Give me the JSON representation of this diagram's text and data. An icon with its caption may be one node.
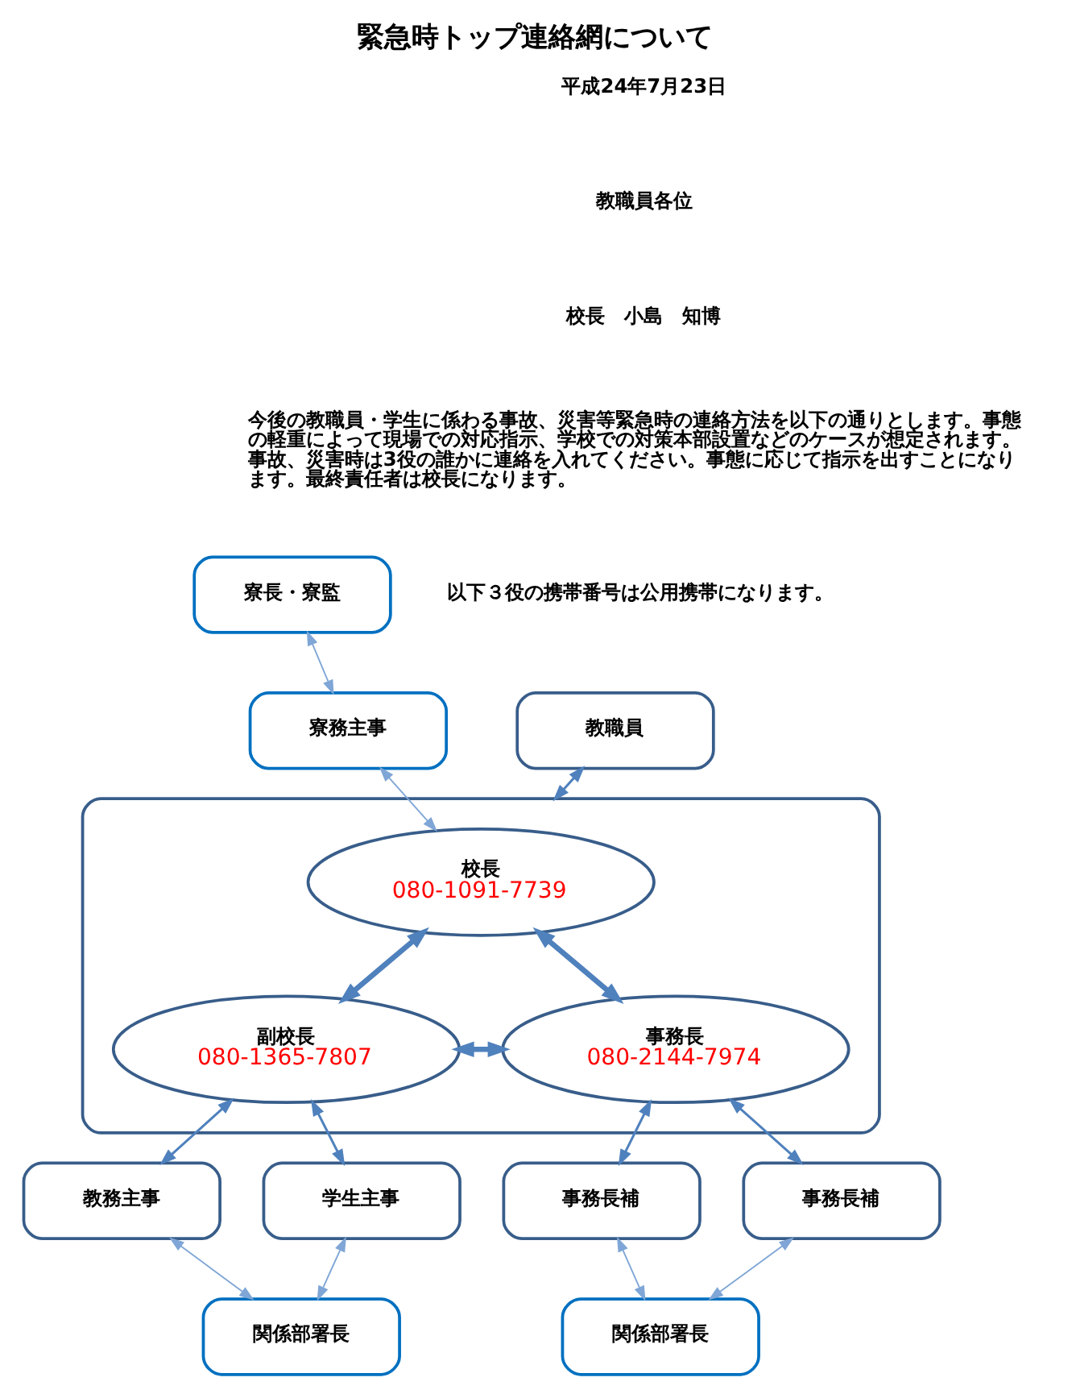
{
  "diagram": {
    "title": "緊急時トップ連絡網について",
    "nodes": [
      {
        "text": [
          "教職員"
        ]
      },
      {
        "text": [
          "寮長・寮監"
        ]
      },
      {
        "text": [
          "寮務主事"
        ]
      },
      {
        "text": [],
        "shape": "box"
      },
      {
        "text": [
          "校長",
          "080-1091-7739"
        ],
        "in": 3
      },
      {
        "text": [
          "副校長",
          "080-1365-7807"
        ],
        "in": 3
      },
      {
        "text": [
          "事務長",
          "080-2144-7974"
        ],
        "in": 3
      },
      {
        "text": [
          "教務主事"
        ]
      },
      {
        "text": [
          "学生主事"
        ]
      },
      {
        "text": [
          "事務長補"
        ]
      },
      {
        "text": [
          "事務長補"
        ]
      },
      {
        "text": [
          "関係部署長"
        ]
      },
      {
        "text": [
          "関係部署長"
        ]
      }
    ],
    "edges": [
      {
        "from": 0,
        "to": 3,
        "arrow": "both"
      },
      {
        "from": 1,
        "to": 2,
        "arrow": "both",
        "color": "#7fa6d6"
      },
      {
        "from": 2,
        "to": 4,
        "arrow": "both",
        "color": "#7fa6d6"
      },
      {
        "from": 4,
        "to": 5,
        "arrow": "both",
        "style": "thick"
      },
      {
        "from": 4,
        "to": 6,
        "arrow": "both",
        "style": "thick"
      },
      {
        "from": 5,
        "to": 6,
        "arrow": "both",
        "style": "thick"
      },
      {
        "from": 5,
        "to": 7,
        "arrow": "both"
      },
      {
        "from": 5,
        "to": 8,
        "arrow": "both"
      },
      {
        "from": 6,
        "to": 9,
        "arrow": "both"
      },
      {
        "from": 6,
        "to": 10,
        "arrow": "both"
      },
      {
        "from": 7,
        "to": 11,
        "arrow": "both",
        "color": "#7fa6d6"
      },
      {
        "from": 8,
        "to": 11,
        "arrow": "both",
        "color": "#7fa6d6"
      },
      {
        "from": 9,
        "to": 12,
        "arrow": "both",
        "color": "#7fa6d6"
      },
      {
        "from": 10,
        "to": 12,
        "arrow": "both",
        "color": "#7fa6d6"
      }
    ],
    "labels": [
      "平成24年7月23日",
      "教職員各位",
      "校長　小島　知博",
      "今後の教職員・学生に係わる事故、災害等緊急時の連絡方法を以下の通りとします。事態の軽重によって現場での対応指示、学校での対策本部設置などのケースが想定されます。事故、災害時は3役の誰かに連絡を入れてください。事態に応じて指示を出すことになります。最終責任者は校長になります。",
      "以下３役の携帯番号は公用携帯になります。"
    ]
  }
}
